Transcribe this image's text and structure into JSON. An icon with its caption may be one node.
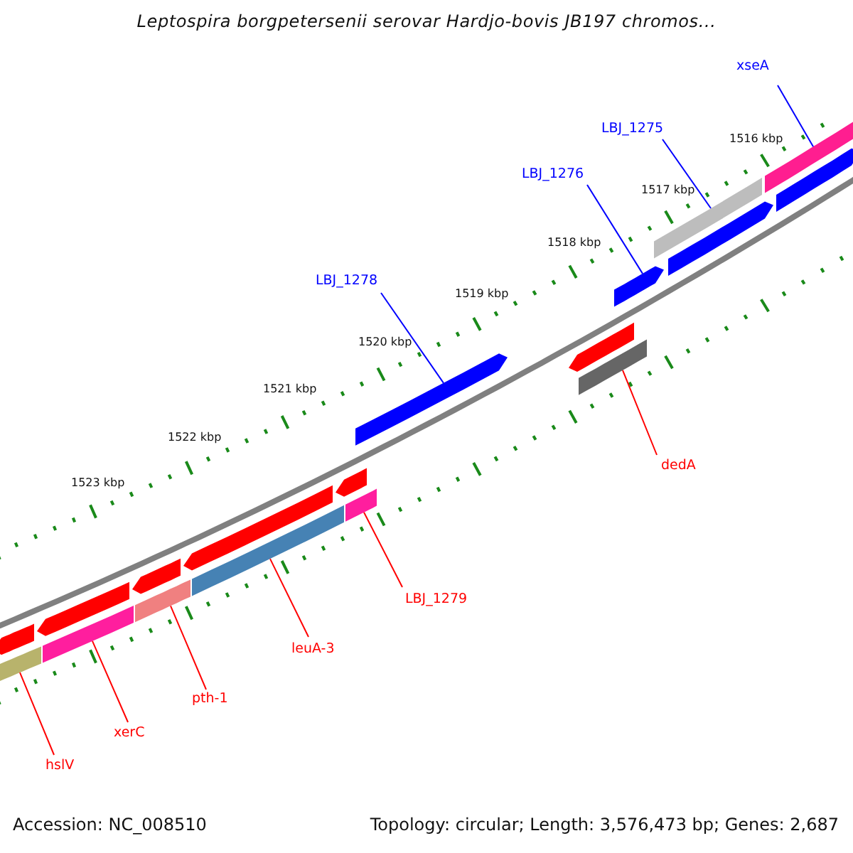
{
  "diagram": {
    "title": "Leptospira borgpetersenii serovar Hardjo-bovis JB197 chromos...",
    "nodes": [
      {
        "text": [
          "xseA"
        ]
      },
      {
        "text": [
          "LBJ_1275"
        ]
      },
      {
        "text": [
          "LBJ_1276"
        ]
      },
      {
        "text": [
          "LBJ_1278"
        ]
      },
      {
        "text": [
          "dedA"
        ]
      },
      {
        "text": [
          "LBJ_1279"
        ]
      },
      {
        "text": [
          "leuA-3"
        ]
      },
      {
        "text": [
          "pth-1"
        ]
      },
      {
        "text": [
          "xerC"
        ]
      },
      {
        "text": [
          "hslV"
        ]
      },
      {
        "text": [],
        "shape": "bar"
      },
      {
        "text": [],
        "shape": "bar"
      },
      {
        "text": [],
        "shape": "bar"
      },
      {
        "text": [],
        "shape": "bar"
      },
      {
        "text": [],
        "shape": "bar"
      },
      {
        "text": [],
        "shape": "bar"
      },
      {
        "text": [],
        "shape": "bar"
      },
      {
        "text": [],
        "shape": "bar"
      },
      {
        "text": [],
        "shape": "bar"
      },
      {
        "text": [],
        "shape": "bar"
      },
      {
        "text": [],
        "shape": "bar"
      },
      {
        "text": [],
        "shape": "bar"
      },
      {
        "text": [],
        "shape": "bar"
      },
      {
        "text": [],
        "shape": "bar"
      },
      {
        "text": [],
        "shape": "bar"
      },
      {
        "text": [],
        "shape": "bar"
      },
      {
        "text": [],
        "shape": "bar"
      },
      {
        "text": [],
        "shape": "bar"
      }
    ],
    "edges": [
      {
        "from": 0,
        "to": 26,
        "arrow": "none",
        "color": "#0000ff"
      },
      {
        "from": 1,
        "to": 24,
        "arrow": "none",
        "color": "#0000ff"
      },
      {
        "from": 2,
        "to": 23,
        "arrow": "none",
        "color": "#0000ff"
      },
      {
        "from": 3,
        "to": 20,
        "arrow": "none",
        "color": "#0000ff"
      },
      {
        "from": 4,
        "to": 22,
        "arrow": "none"
      },
      {
        "from": 5,
        "to": 19,
        "arrow": "none"
      },
      {
        "from": 6,
        "to": 17,
        "arrow": "none"
      },
      {
        "from": 7,
        "to": 15,
        "arrow": "none"
      },
      {
        "from": 8,
        "to": 13,
        "arrow": "none"
      },
      {
        "from": 9,
        "to": 10,
        "arrow": "none"
      }
    ],
    "labels": [
      "1516 kbp",
      "1517 kbp",
      "1518 kbp",
      "1519 kbp",
      "1520 kbp",
      "1521 kbp",
      "1522 kbp",
      "1523 kbp",
      "Accession: NC_008510",
      "Topology: circular; Length: 3,576,473 bp; Genes: 2,687"
    ]
  }
}
